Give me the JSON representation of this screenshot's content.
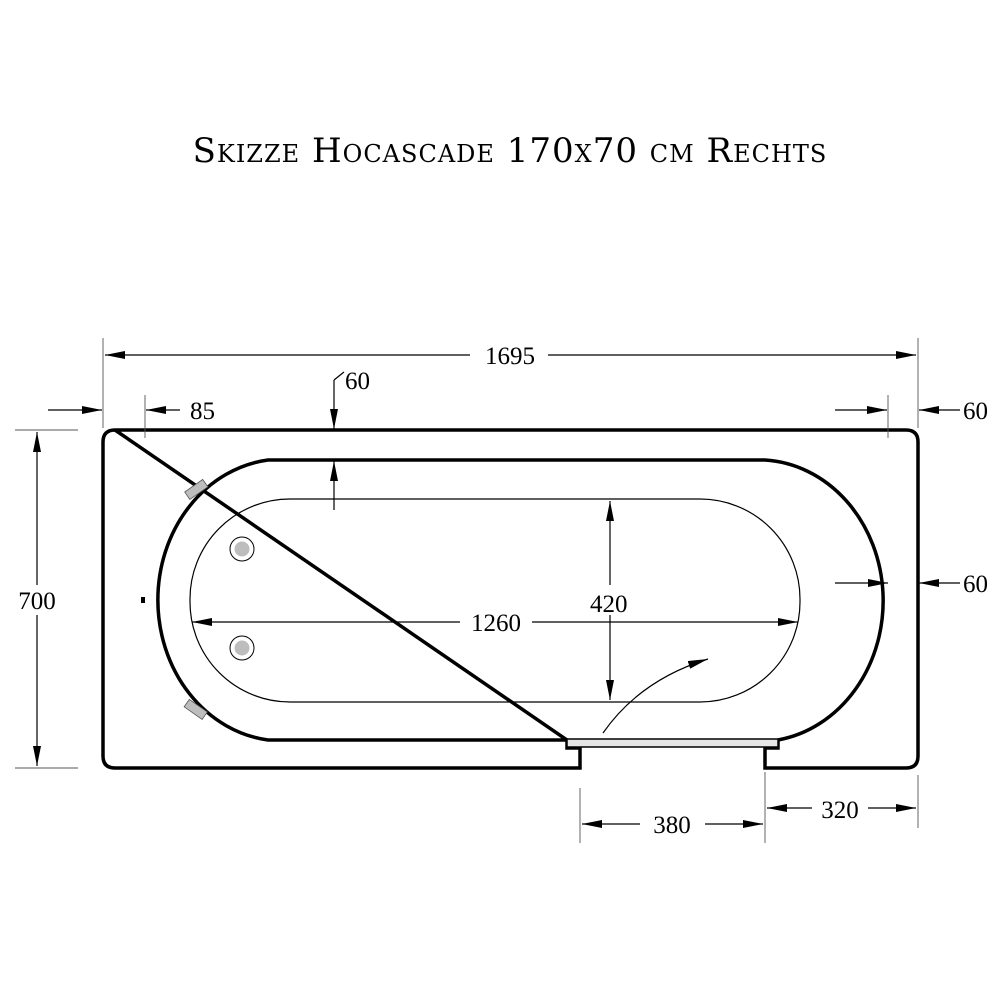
{
  "title": "Skizze Hocascade 170x70 cm Rechts",
  "dimensions": {
    "overall_length": "1695",
    "left_rim": "85",
    "top_rim": "60",
    "right_rim_top": "60",
    "width": "700",
    "right_rim_middle": "60",
    "basin_width": "420",
    "basin_length": "1260",
    "door_width": "380",
    "right_offset": "320"
  },
  "colors": {
    "line": "#000000",
    "fitting": "#bdbdbd"
  }
}
